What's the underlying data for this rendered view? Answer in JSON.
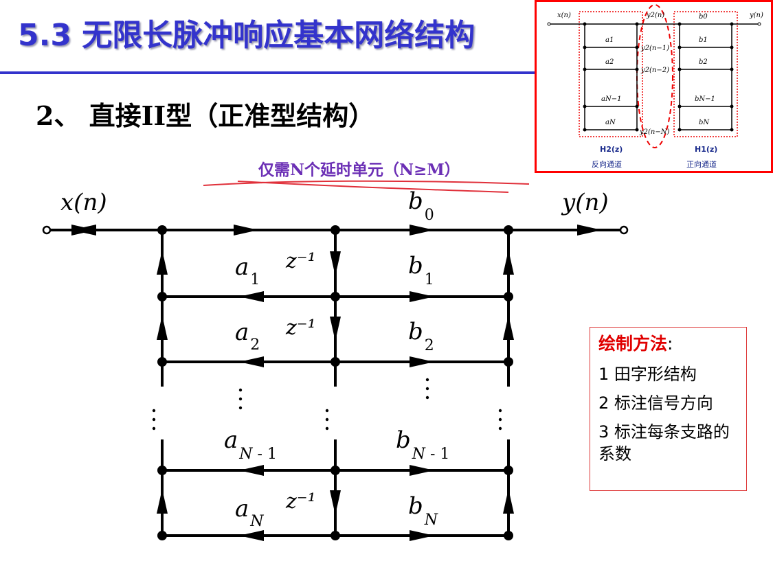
{
  "header": {
    "title": "5.3  无限长脉冲响应基本网络结构"
  },
  "section": {
    "heading": "2、 直接II型（正准型结构）"
  },
  "annotation": {
    "note": "仅需N个延时单元（N≥M）"
  },
  "diagram": {
    "input_label": "x(n)",
    "output_label": "y(n)",
    "delay_label": "z⁻¹",
    "b0": "b0",
    "rows": [
      {
        "a": "a1",
        "b": "b1",
        "delay": true
      },
      {
        "a": "a2",
        "b": "b2",
        "delay": true
      },
      {
        "a": "aN-1",
        "b": "bN-1",
        "delay": false
      },
      {
        "a": "aN",
        "b": "bN",
        "delay": true
      }
    ]
  },
  "method": {
    "title": "绘制方法",
    "steps": [
      "1 田字形结构",
      "2 标注信号方向",
      "3 标注每条支路的系数"
    ]
  },
  "inset": {
    "x_label": "x(n)",
    "y_label": "y(n)",
    "y2_labels": [
      "y2(n)",
      "y2(n−1)",
      "y2(n−2)",
      "y2(n−N)"
    ],
    "a_labels": [
      "a1",
      "a2",
      "aN−1",
      "aN"
    ],
    "b_labels": [
      "b0",
      "b1",
      "b2",
      "bN−1",
      "bN"
    ],
    "h2_label": "H2(z)",
    "h2_caption": "反向通道",
    "h1_label": "H1(z)",
    "h1_caption": "正向通道"
  },
  "colors": {
    "title": "#3333cc",
    "note": "#6b2fb5",
    "highlight": "#e00000",
    "frame": "#ff0000"
  }
}
